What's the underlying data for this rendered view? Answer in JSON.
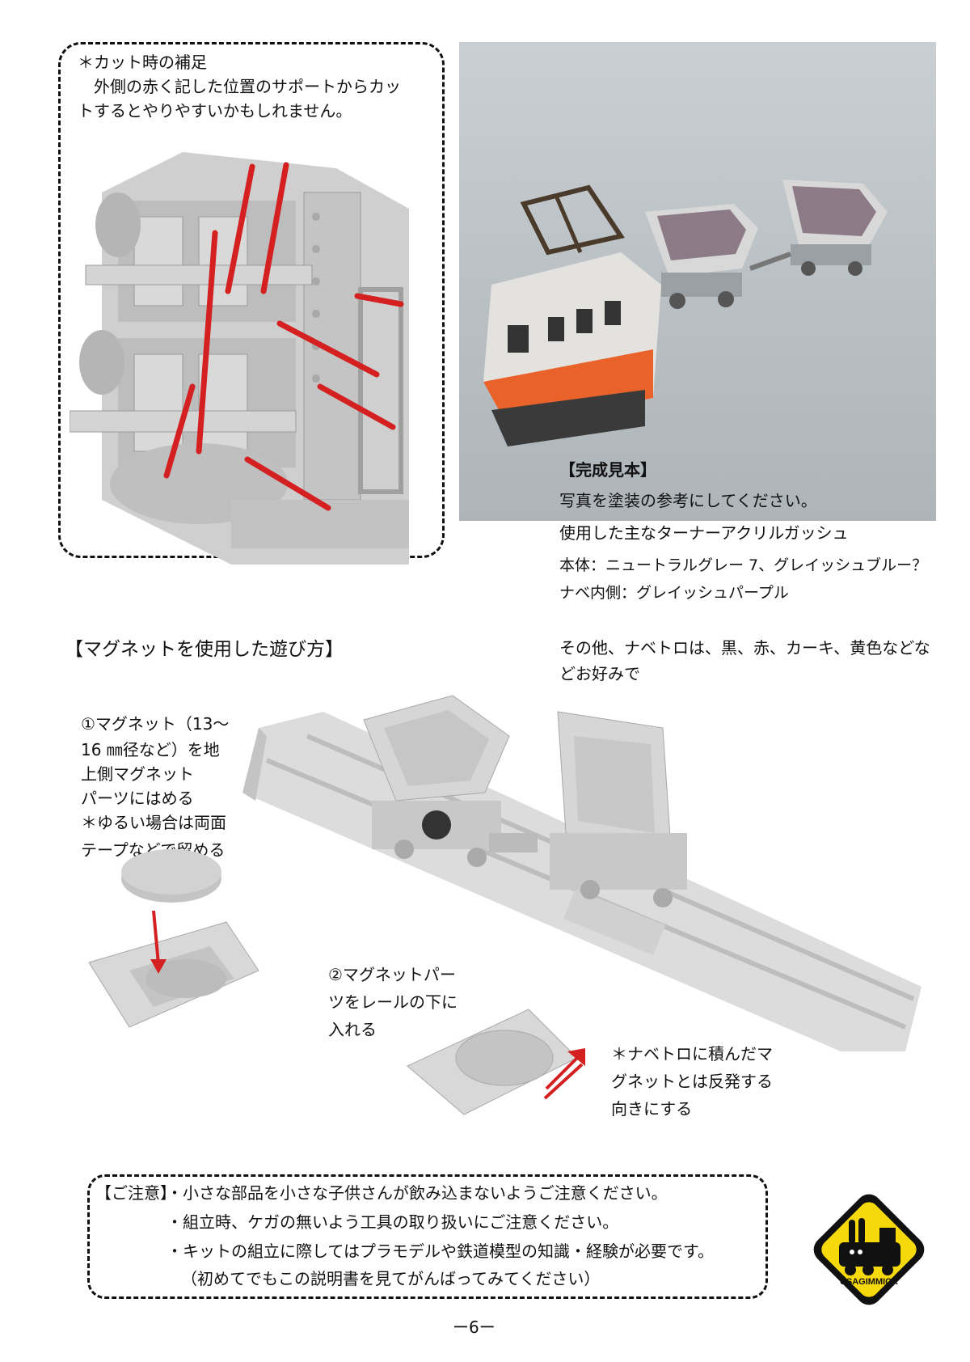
{
  "cut_note": {
    "title": "＊カット時の補足",
    "line1": "外側の赤く記した位置のサポートからカッ",
    "line2": "トするとやりやすいかもしれません。"
  },
  "sample": {
    "heading": "【完成見本】",
    "line1": "写真を塗装の参考にしてください。",
    "line2": "使用した主なターナーアクリルガッシュ",
    "line3": "本体：ニュートラルグレー 7、グレイッシュブルー？",
    "line4": "ナベ内側：グレイッシュパープル",
    "other1": "その他、ナベトロは、黒、赤、カーキ、黄色などな",
    "other2": "どお好みで"
  },
  "magnet": {
    "heading": "【マグネットを使用した遊び方】",
    "step1": [
      "①マグネット（13～",
      "16 ㎜径など）を地",
      "上側マグネット",
      "パーツにはめる",
      "＊ゆるい場合は両面",
      "テープなどで留める"
    ],
    "step2": [
      "②マグネットパー",
      "ツをレールの下に",
      "入れる"
    ],
    "step3": [
      "＊ナベトロに積んだマ",
      "グネットとは反発する",
      "向きにする"
    ]
  },
  "caution": {
    "label": "【ご注意】",
    "items": [
      "・小さな部品を小さな子供さんが飲み込まないようご注意ください。",
      "・組立時、ケガの無いよう工具の取り扱いにご注意ください。",
      "・キットの組立に際してはプラモデルや鉄道模型の知識・経験が必要です。",
      "（初めてでもこの説明書を見てがんばってみてください）"
    ]
  },
  "logo": {
    "text": "USAGIMMICK",
    "color_bg": "#f5d90a",
    "color_border": "#111111"
  },
  "footer": {
    "page": "ー6ー"
  },
  "colors": {
    "red_marks": "#d42020",
    "part_gray": "#c9c9c9",
    "orange": "#e8622a"
  }
}
